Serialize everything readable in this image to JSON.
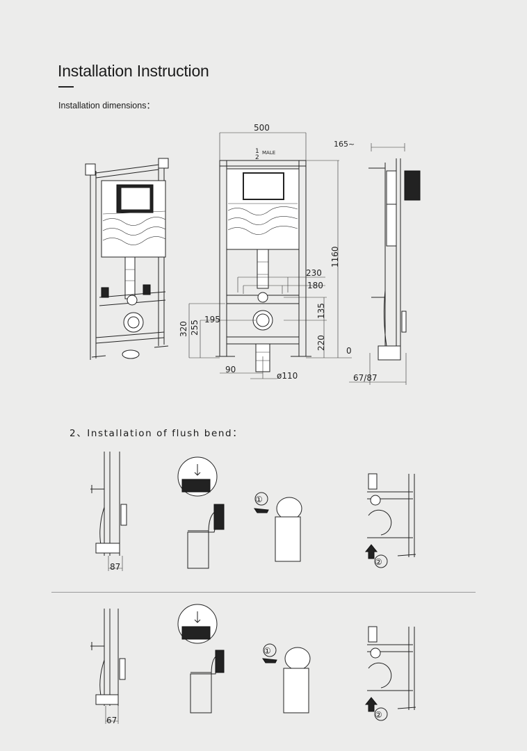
{
  "header": {
    "title": "Installation Instruction",
    "subtitle": "Installation dimensions："
  },
  "dimensions": {
    "width": "500",
    "depth_top": "165~",
    "male_label": "MALE",
    "male_fraction_top": "1",
    "male_fraction_bottom": "2",
    "height": "1160",
    "d230": "230",
    "d180": "180",
    "d135": "135",
    "d220": "220",
    "d0": "0",
    "d320": "320",
    "d255": "255",
    "d195": "195",
    "d90": "90",
    "d110": "ø110",
    "d67_87": "67/87"
  },
  "section2": {
    "heading": "2、Installation of flush bend：",
    "row1": {
      "depth": "87",
      "step1": "①",
      "step2": "②"
    },
    "row2": {
      "depth": "67",
      "step1": "①",
      "step2": "②"
    }
  }
}
